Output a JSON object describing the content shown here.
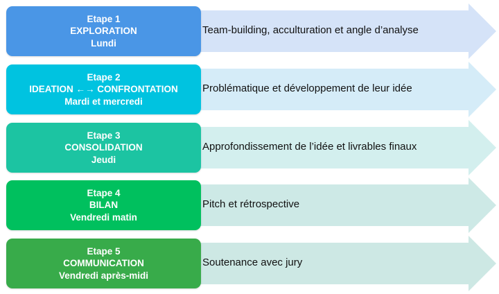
{
  "steps": [
    {
      "step": "Etape 1",
      "phase": "EXPLORATION",
      "when": "Lundi",
      "description": "Team-building, acculturation et angle d’analyse",
      "box_color": "#4a96e6",
      "arrow_color": "#d5e3f8"
    },
    {
      "step": "Etape 2",
      "phase": "IDEATION ←→ CONFRONTATION",
      "when": "Mardi et mercredi",
      "description": "Problématique et développement de leur idée",
      "box_color": "#00c3e0",
      "arrow_color": "#d5ecf8"
    },
    {
      "step": "Etape 3",
      "phase": "CONSOLIDATION",
      "when": "Jeudi",
      "description": "Approfondissement de l’idée et livrables finaux",
      "box_color": "#1cc4a2",
      "arrow_color": "#d3efee"
    },
    {
      "step": "Etape 4",
      "phase": "BILAN",
      "when": "Vendredi matin",
      "description": "Pitch et rétrospective",
      "box_color": "#00c05e",
      "arrow_color": "#cde9e6"
    },
    {
      "step": "Etape 5",
      "phase": "COMMUNICATION",
      "when": "Vendredi après-midi",
      "description": "Soutenance avec jury",
      "box_color": "#38ab4a",
      "arrow_color": "#cde8e4"
    }
  ]
}
